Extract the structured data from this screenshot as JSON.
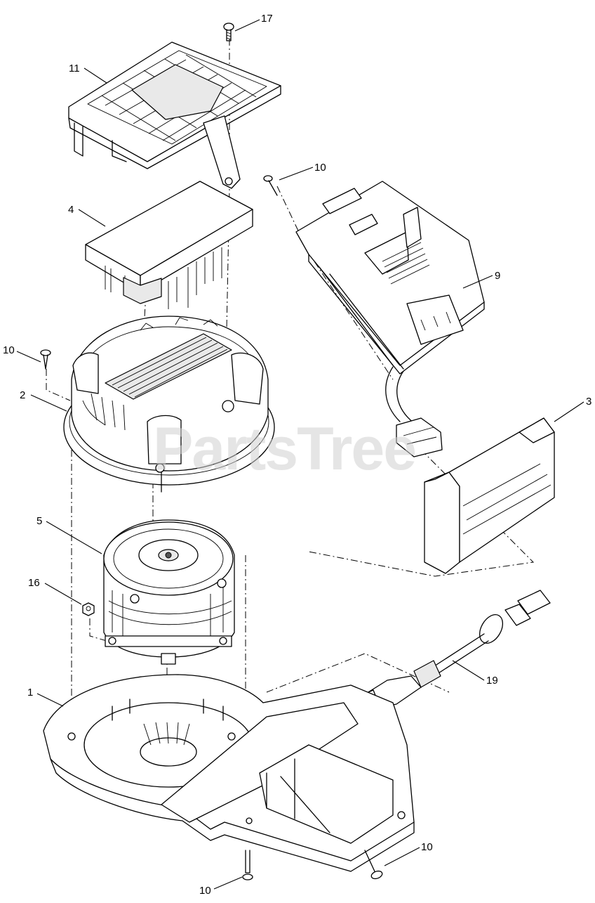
{
  "watermark": "PartsTree",
  "callouts": [
    {
      "id": "c17",
      "label": "17"
    },
    {
      "id": "c11",
      "label": "11"
    },
    {
      "id": "c10a",
      "label": "10"
    },
    {
      "id": "c4",
      "label": "4"
    },
    {
      "id": "c9",
      "label": "9"
    },
    {
      "id": "c10b",
      "label": "10"
    },
    {
      "id": "c2",
      "label": "2"
    },
    {
      "id": "c3",
      "label": "3"
    },
    {
      "id": "c5",
      "label": "5"
    },
    {
      "id": "c16",
      "label": "16"
    },
    {
      "id": "c19",
      "label": "19"
    },
    {
      "id": "c1",
      "label": "1"
    },
    {
      "id": "c10c",
      "label": "10"
    },
    {
      "id": "c10d",
      "label": "10"
    }
  ]
}
